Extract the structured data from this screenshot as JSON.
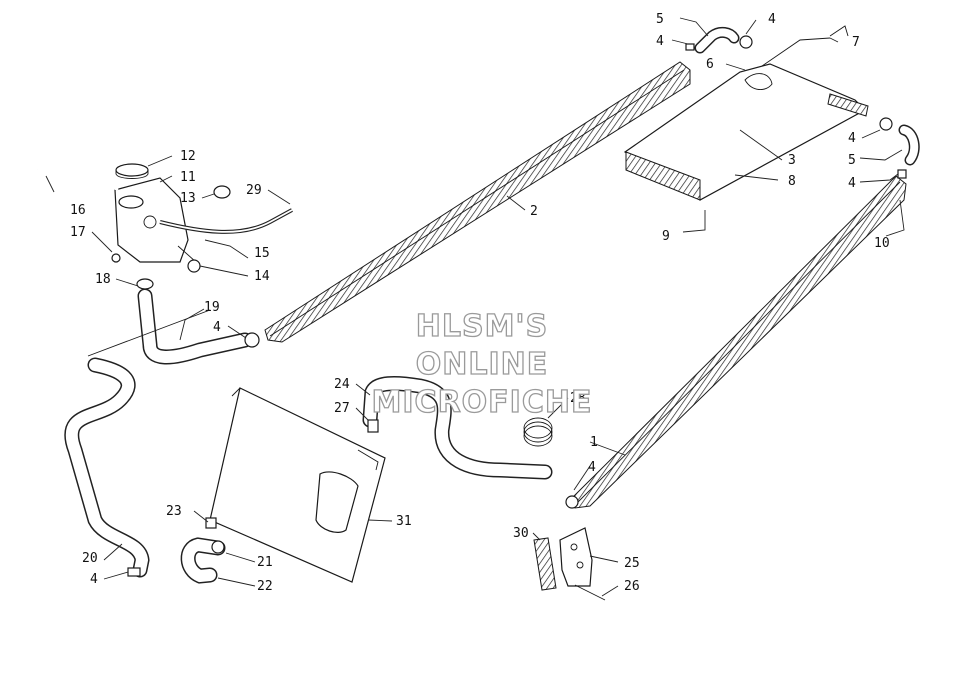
{
  "watermark": {
    "lines": [
      "HLSM'S",
      "ONLINE",
      "MICROFICHE"
    ]
  },
  "callouts": [
    {
      "id": "c1",
      "text": "1"
    },
    {
      "id": "c2",
      "text": "2"
    },
    {
      "id": "c3",
      "text": "3"
    },
    {
      "id": "c4a",
      "text": "4"
    },
    {
      "id": "c4b",
      "text": "4"
    },
    {
      "id": "c4c",
      "text": "4"
    },
    {
      "id": "c4d",
      "text": "4"
    },
    {
      "id": "c4e",
      "text": "4"
    },
    {
      "id": "c4f",
      "text": "4"
    },
    {
      "id": "c4g",
      "text": "4"
    },
    {
      "id": "c5a",
      "text": "5"
    },
    {
      "id": "c5b",
      "text": "5"
    },
    {
      "id": "c6",
      "text": "6"
    },
    {
      "id": "c7",
      "text": "7"
    },
    {
      "id": "c8",
      "text": "8"
    },
    {
      "id": "c9",
      "text": "9"
    },
    {
      "id": "c10",
      "text": "10"
    },
    {
      "id": "c11",
      "text": "11"
    },
    {
      "id": "c12",
      "text": "12"
    },
    {
      "id": "c13",
      "text": "13"
    },
    {
      "id": "c14",
      "text": "14"
    },
    {
      "id": "c15",
      "text": "15"
    },
    {
      "id": "c16",
      "text": "16"
    },
    {
      "id": "c17",
      "text": "17"
    },
    {
      "id": "c18",
      "text": "18"
    },
    {
      "id": "c19",
      "text": "19"
    },
    {
      "id": "c20",
      "text": "20"
    },
    {
      "id": "c21",
      "text": "21"
    },
    {
      "id": "c22",
      "text": "22"
    },
    {
      "id": "c23",
      "text": "23"
    },
    {
      "id": "c24",
      "text": "24"
    },
    {
      "id": "c25",
      "text": "25"
    },
    {
      "id": "c26",
      "text": "26"
    },
    {
      "id": "c27",
      "text": "27"
    },
    {
      "id": "c28",
      "text": "28"
    },
    {
      "id": "c29",
      "text": "29"
    },
    {
      "id": "c30",
      "text": "30"
    },
    {
      "id": "c31",
      "text": "31"
    }
  ]
}
